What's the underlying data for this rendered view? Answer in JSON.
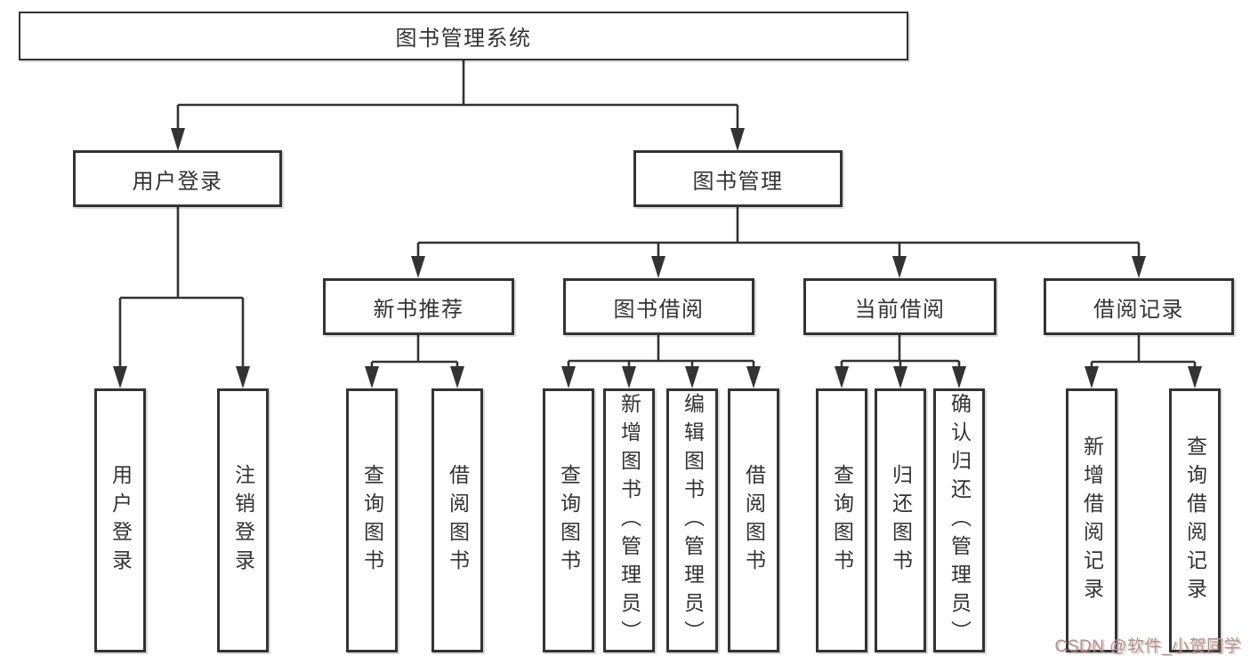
{
  "diagram": {
    "tree": {
      "label": "图书管理系统",
      "children": [
        {
          "label": "用户登录",
          "children": [
            {
              "label": "用户登录"
            },
            {
              "label": "注销登录"
            }
          ]
        },
        {
          "label": "图书管理",
          "children": [
            {
              "label": "新书推荐",
              "children": [
                {
                  "label": "查询图书"
                },
                {
                  "label": "借阅图书"
                }
              ]
            },
            {
              "label": "图书借阅",
              "children": [
                {
                  "label": "查询图书"
                },
                {
                  "label": "新增图书（管理员）"
                },
                {
                  "label": "编辑图书（管理员）"
                },
                {
                  "label": "借阅图书"
                }
              ]
            },
            {
              "label": "当前借阅",
              "children": [
                {
                  "label": "查询图书"
                },
                {
                  "label": "归还图书"
                },
                {
                  "label": "确认归还（管理员）"
                }
              ]
            },
            {
              "label": "借阅记录",
              "children": [
                {
                  "label": "新增借阅记录"
                },
                {
                  "label": "查询借阅记录"
                }
              ]
            }
          ]
        }
      ]
    }
  },
  "watermark": {
    "text": "CSDN @软件_小贺同学"
  },
  "colors": {
    "line": "#333333",
    "box_border": "#333333",
    "text": "#333333",
    "background": "#ffffff",
    "watermark_text": "#9c9c9c",
    "watermark_accent": "#f46e5c"
  }
}
